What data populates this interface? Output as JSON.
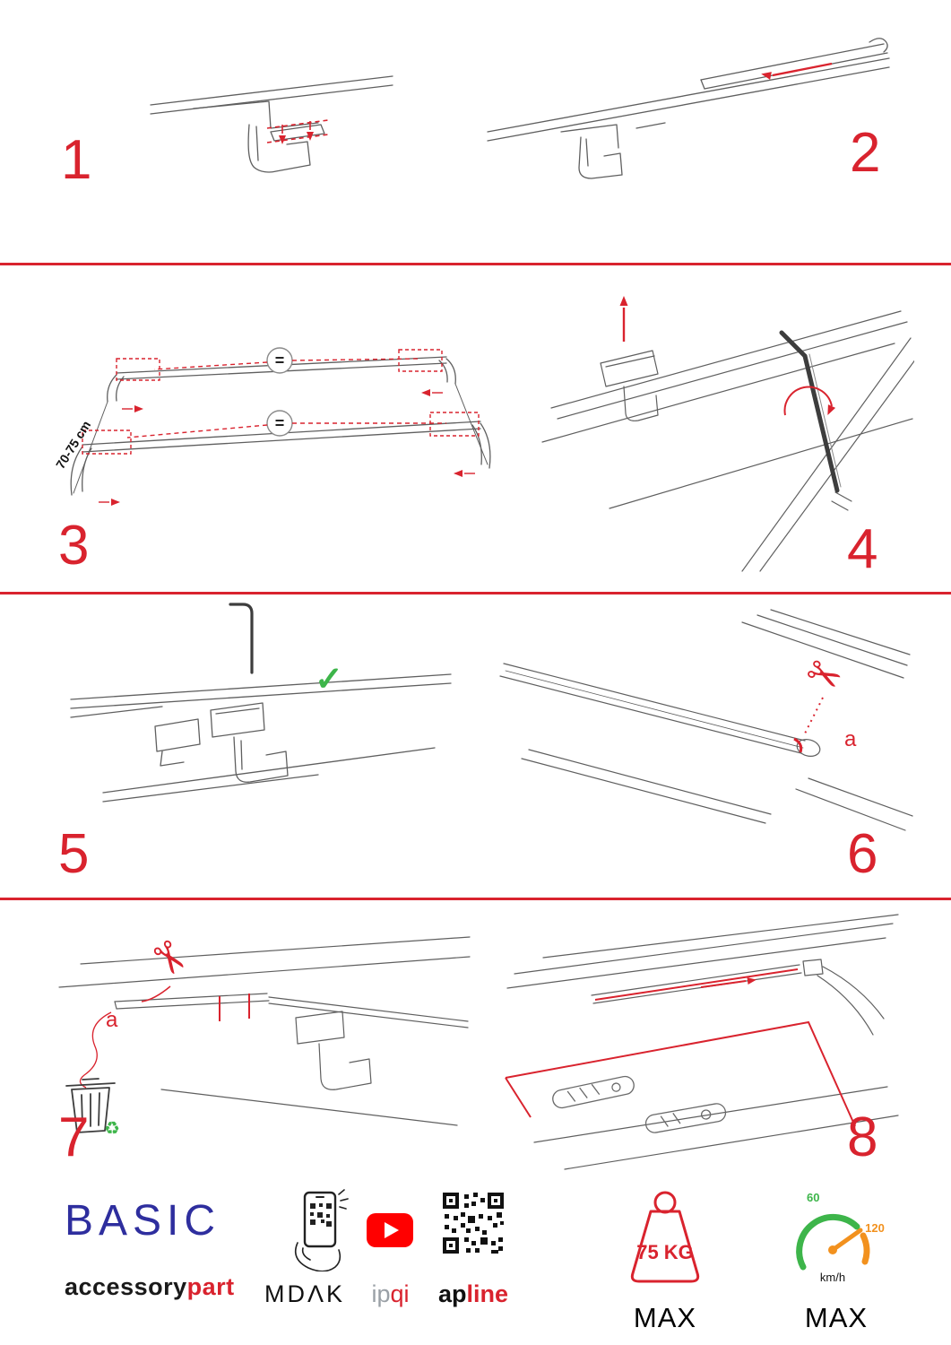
{
  "page": {
    "accent": "#d9232e",
    "line_color": "#5f5f5f"
  },
  "steps": {
    "s1": {
      "number": "1"
    },
    "s2": {
      "number": "2"
    },
    "s3": {
      "number": "3",
      "measurement": "70-75 cm",
      "equals": "="
    },
    "s4": {
      "number": "4"
    },
    "s5": {
      "number": "5"
    },
    "s6": {
      "number": "6",
      "label_a": "a"
    },
    "s7": {
      "number": "7",
      "label_a": "a"
    },
    "s8": {
      "number": "8"
    }
  },
  "icons": {
    "scissors": "✂",
    "check": "✓",
    "recycle": "♻"
  },
  "footer": {
    "brand_title": "BASIC",
    "brand_sub_black": "accessory",
    "brand_sub_red": "part",
    "partner_1": "MDΛK",
    "partner_2_gray": "ip",
    "partner_2_red": "qi",
    "partner_3_black": "ap",
    "partner_3_red": "line",
    "weight_value": "75 KG",
    "weight_max": "MAX",
    "speed_low": "60",
    "speed_high": "120",
    "speed_unit": "km/h",
    "speed_max": "MAX"
  }
}
